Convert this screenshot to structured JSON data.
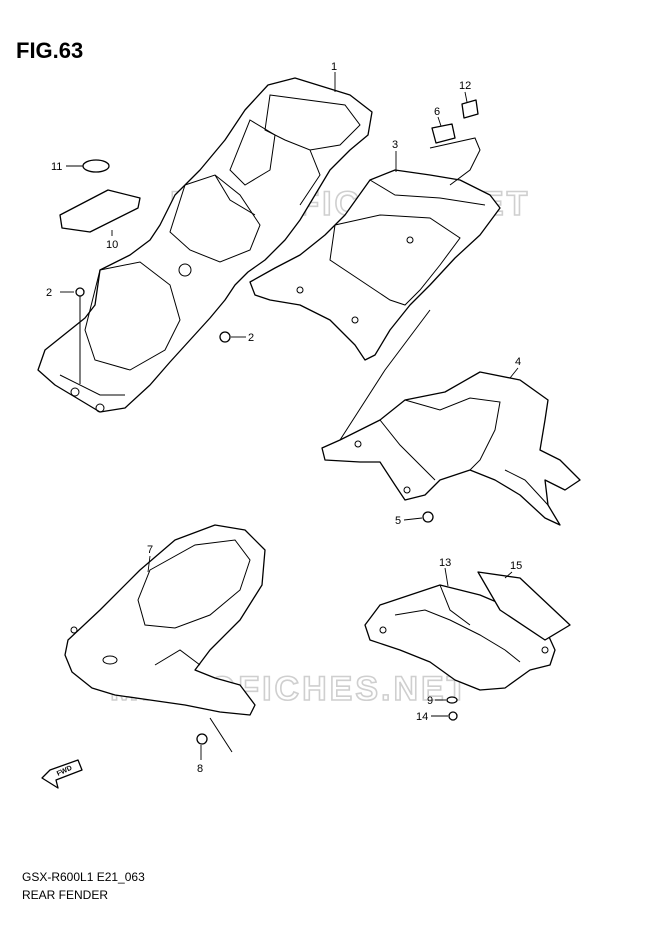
{
  "figure": {
    "title": "FIG.63"
  },
  "footer": {
    "code": "GSX-R600L1 E21_063",
    "name": "REAR FENDER"
  },
  "watermark": {
    "text": "MICROFICHES.NET"
  },
  "callouts": [
    {
      "id": "c1",
      "label": "1"
    },
    {
      "id": "c2a",
      "label": "2"
    },
    {
      "id": "c2b",
      "label": "2"
    },
    {
      "id": "c3",
      "label": "3"
    },
    {
      "id": "c4",
      "label": "4"
    },
    {
      "id": "c5",
      "label": "5"
    },
    {
      "id": "c6",
      "label": "6"
    },
    {
      "id": "c7",
      "label": "7"
    },
    {
      "id": "c8",
      "label": "8"
    },
    {
      "id": "c9",
      "label": "9"
    },
    {
      "id": "c10",
      "label": "10"
    },
    {
      "id": "c11",
      "label": "11"
    },
    {
      "id": "c12",
      "label": "12"
    },
    {
      "id": "c13",
      "label": "13"
    },
    {
      "id": "c14",
      "label": "14"
    },
    {
      "id": "c15",
      "label": "15"
    }
  ],
  "fwd_arrow": {
    "label": "FWD"
  }
}
